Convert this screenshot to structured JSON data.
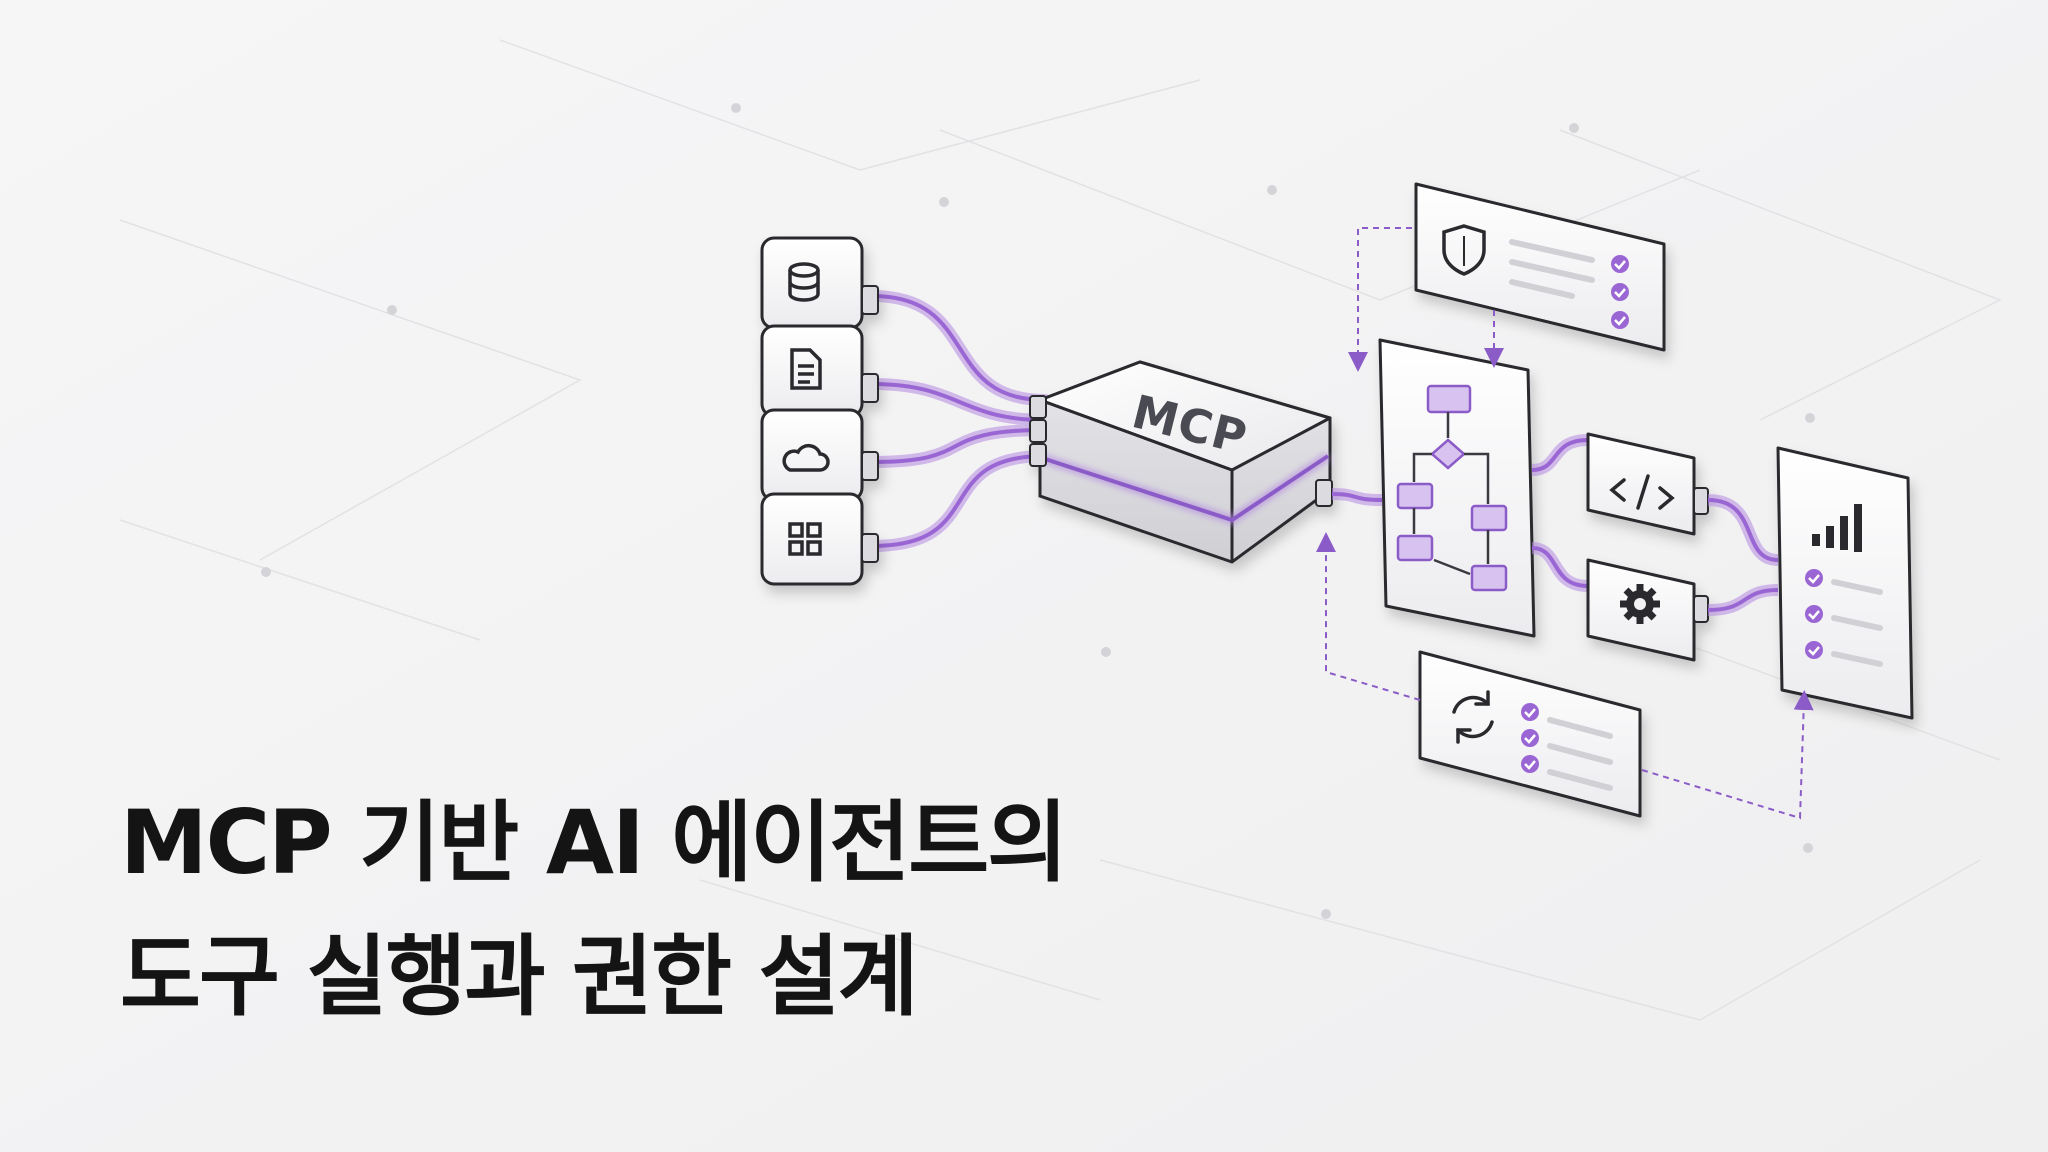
{
  "title": {
    "line1": "MCP 기반 AI 에이전트의",
    "line2": "도구 실행과 권한 설계"
  },
  "hub": {
    "label": "MCP"
  },
  "sources": [
    {
      "icon": "database-icon"
    },
    {
      "icon": "document-icon"
    },
    {
      "icon": "cloud-icon"
    },
    {
      "icon": "apps-grid-icon"
    }
  ],
  "panels": {
    "policy": {
      "icon": "shield-icon",
      "checks": 3
    },
    "workflow": {
      "icon": "flowchart-icon"
    },
    "tools": [
      {
        "icon": "code-icon"
      },
      {
        "icon": "gear-icon"
      }
    ],
    "output": {
      "icon": "bar-chart-icon",
      "checks": 3
    },
    "feedback": {
      "icon": "refresh-icon",
      "checks": 3
    }
  },
  "colors": {
    "accent": "#8b5cc7",
    "accent_light": "#c9a8ec",
    "background": "#f3f3f4",
    "text": "#141414"
  }
}
